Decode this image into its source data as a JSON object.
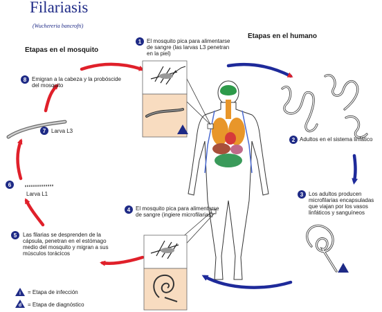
{
  "title": "Filariasis",
  "subtitle": "(Wuchereria bancrofti)",
  "headers": {
    "mosquito": "Etapas en el mosquito",
    "human": "Etapas en el humano"
  },
  "steps": [
    {
      "num": "1",
      "text": "El mosquito pica para alimentarse de sangre (las larvas L3 penetran en la piel)"
    },
    {
      "num": "2",
      "text": "Adultos en el sistema linfático"
    },
    {
      "num": "3",
      "text": "Los adultos producen microfilarias encapsuladas que viajan por los vasos linfáticos y sanguíneos"
    },
    {
      "num": "4",
      "text": "El mosquito pica para alimentarse de sangre (ingiere microfilarias)"
    },
    {
      "num": "5",
      "text": "Las filarias se desprenden de la cápsula, penetran en el estómago medio del mosquito y migran a sus músculos torácicos"
    },
    {
      "num": "6",
      "text": "Larva L1"
    },
    {
      "num": "7",
      "text": "Larva L3"
    },
    {
      "num": "8",
      "text": "Emigran a la cabeza y la probóscide del mosquito"
    }
  ],
  "legend": {
    "infective_symbol": "i",
    "infective": "= Etapa de infección",
    "diagnostic_symbol": "d",
    "diagnostic": "= Etapa de diagnóstico"
  },
  "colors": {
    "title": "#1e2a86",
    "badge": "#1e2a86",
    "mosquito_arrow": "#e0202a",
    "human_arrow": "#1e2a9a",
    "panel": "#f8dcc0",
    "lung": "#e8962a",
    "brain": "#2e9a4a",
    "heart": "#d63a3a"
  },
  "icons": [
    "mosquito-icon",
    "worm-icon",
    "human-body-icon",
    "lymph-worms-icon",
    "coiled-microfilaria-icon"
  ]
}
